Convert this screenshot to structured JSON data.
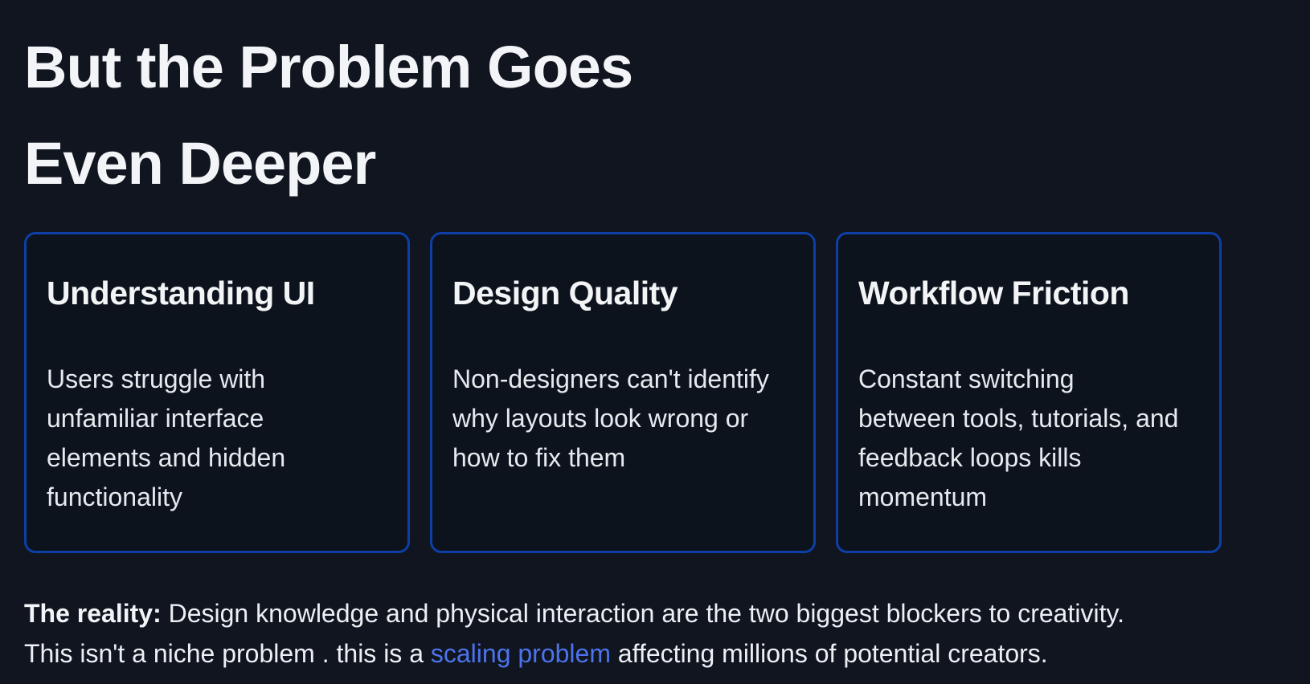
{
  "page": {
    "background_color": "#10151f",
    "card_background_color": "#0d131d",
    "card_border_color": "#0d3fa6",
    "link_color": "#4c73ec"
  },
  "heading": {
    "line1": "But the Problem Goes",
    "line2": "Even Deeper"
  },
  "cards": [
    {
      "title": "Understanding UI",
      "body": "Users struggle with\nunfamiliar interface\nelements and hidden\nfunctionality"
    },
    {
      "title": "Design Quality",
      "body": "Non-designers can't identify\nwhy layouts look wrong or\nhow to fix them"
    },
    {
      "title": "Workflow Friction",
      "body": "Constant switching\nbetween tools, tutorials, and\nfeedback loops kills\nmomentum"
    }
  ],
  "footer": {
    "bold_prefix": "The reality:",
    "line1_rest": " Design knowledge and physical interaction are the two biggest blockers to creativity.",
    "line2_pre": "This isn't a niche problem . this is a ",
    "link_text": "scaling problem",
    "line2_post": " affecting millions of potential creators."
  }
}
